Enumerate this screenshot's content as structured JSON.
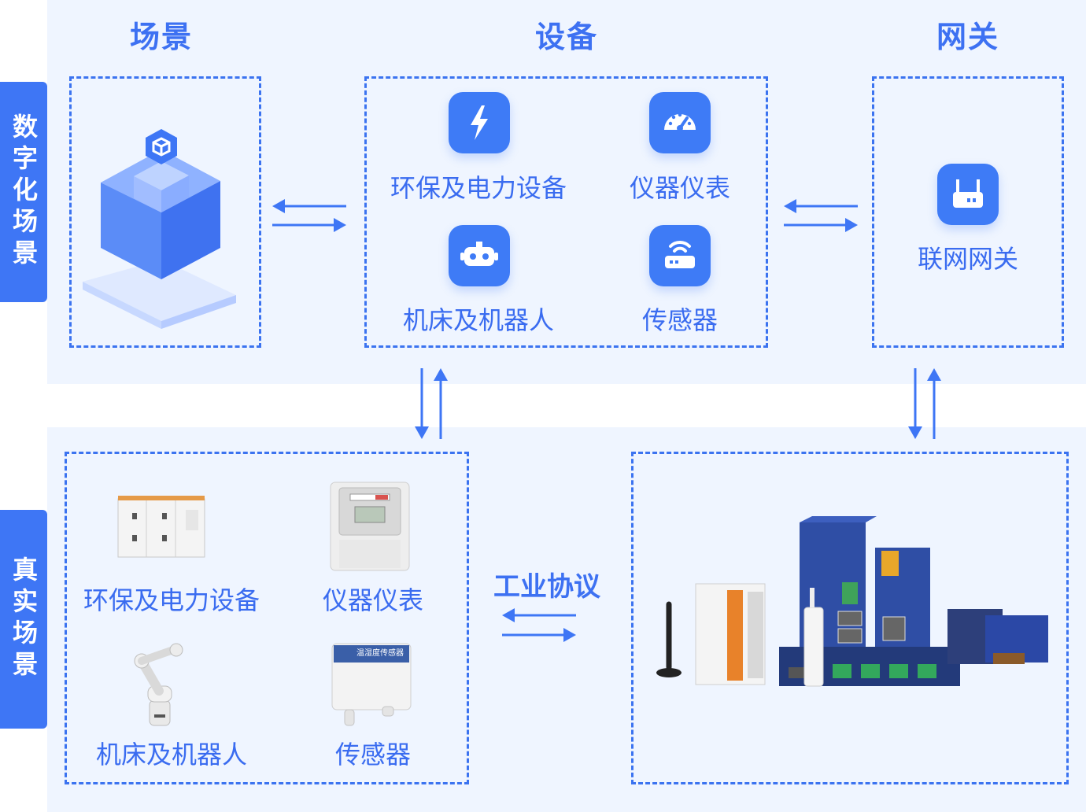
{
  "digital_section": {
    "side_label": "数字化场景",
    "columns": {
      "scene": "场景",
      "devices": "设备",
      "gateway": "网关"
    },
    "devices": [
      {
        "label": "环保及电力设备",
        "icon": "lightning-icon"
      },
      {
        "label": "仪器仪表",
        "icon": "gauge-icon"
      },
      {
        "label": "机床及机器人",
        "icon": "robot-icon"
      },
      {
        "label": "传感器",
        "icon": "sensor-router-icon"
      }
    ],
    "gateway": {
      "label": "联网网关",
      "icon": "router-icon"
    }
  },
  "real_section": {
    "side_label": "真实场景",
    "devices": [
      {
        "label": "环保及电力设备",
        "image": "power-cabinet"
      },
      {
        "label": "仪器仪表",
        "image": "electric-meter"
      },
      {
        "label": "机床及机器人",
        "image": "robot-arm"
      },
      {
        "label": "传感器",
        "image": "temperature-humidity-sensor"
      }
    ],
    "protocol_label": "工业协议",
    "sensor_display_text": "温湿度传感器",
    "gateway_image": "industrial-gateways"
  },
  "colors": {
    "accent": "#3e76f5",
    "panel_bg": "#eff5ff",
    "text": "#3a6cf0"
  }
}
